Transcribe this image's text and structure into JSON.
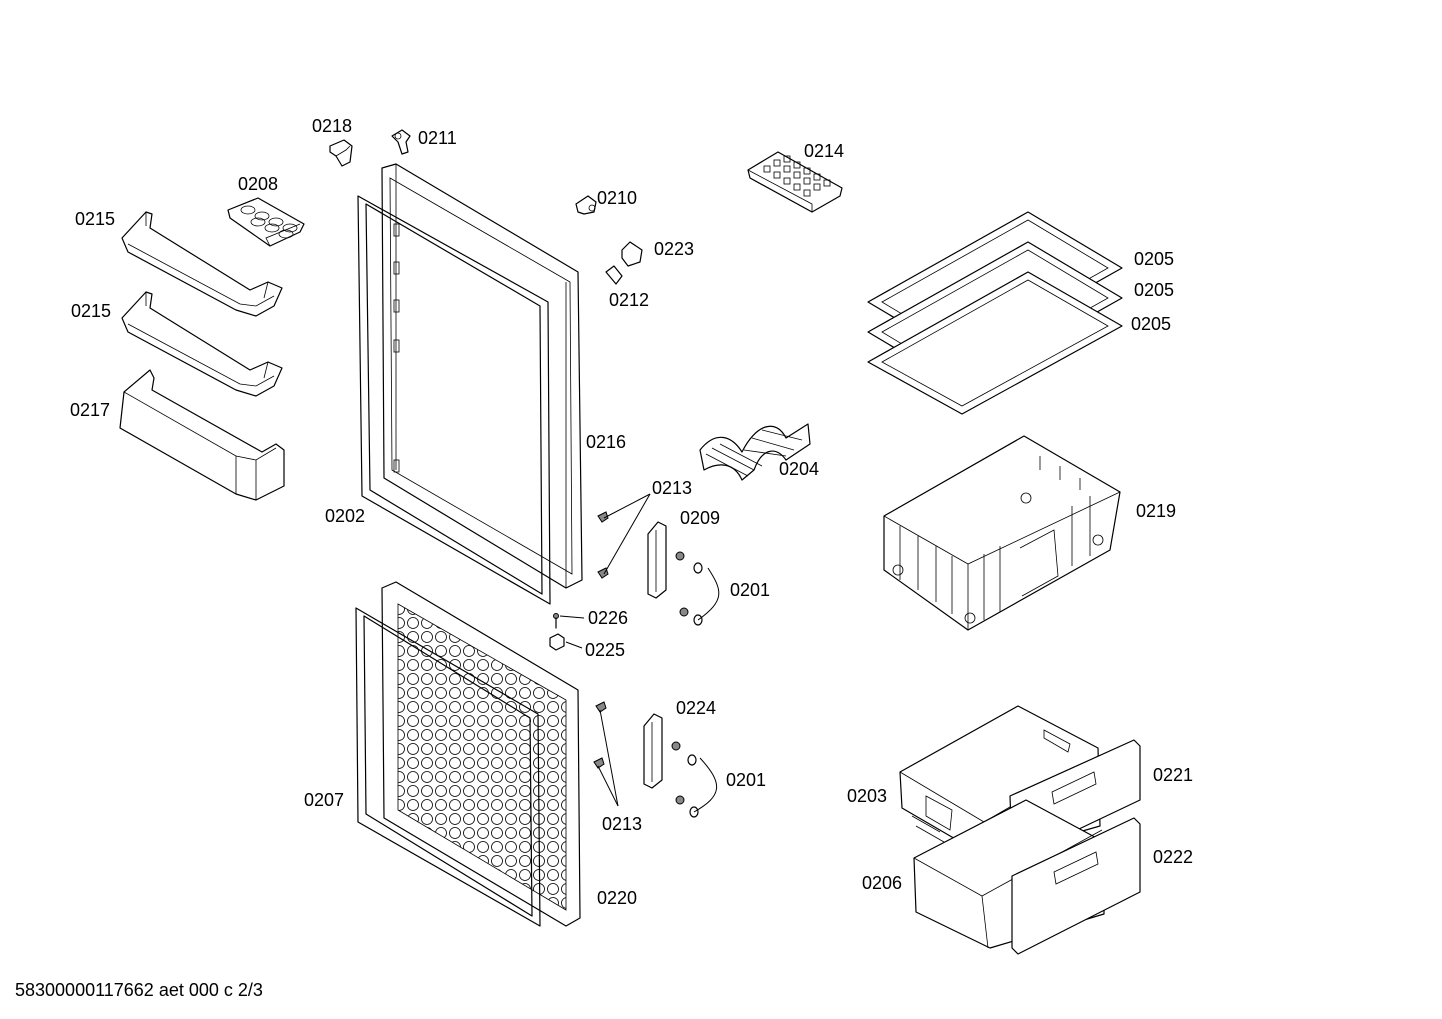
{
  "labels": {
    "l0218": "0218",
    "l0211": "0211",
    "l0208": "0208",
    "l0215a": "0215",
    "l0215b": "0215",
    "l0217": "0217",
    "l0202": "0202",
    "l0216": "0216",
    "l0210": "0210",
    "l0223": "0223",
    "l0212": "0212",
    "l0214": "0214",
    "l0205a": "0205",
    "l0205b": "0205",
    "l0205c": "0205",
    "l0204": "0204",
    "l0213a": "0213",
    "l0209": "0209",
    "l0201a": "0201",
    "l0219": "0219",
    "l0226": "0226",
    "l0225": "0225",
    "l0224": "0224",
    "l0201b": "0201",
    "l0207": "0207",
    "l0213b": "0213",
    "l0220": "0220",
    "l0203": "0203",
    "l0221": "0221",
    "l0206": "0206",
    "l0222": "0222"
  },
  "footer": "58300000117662 aet 000 c 2/3"
}
